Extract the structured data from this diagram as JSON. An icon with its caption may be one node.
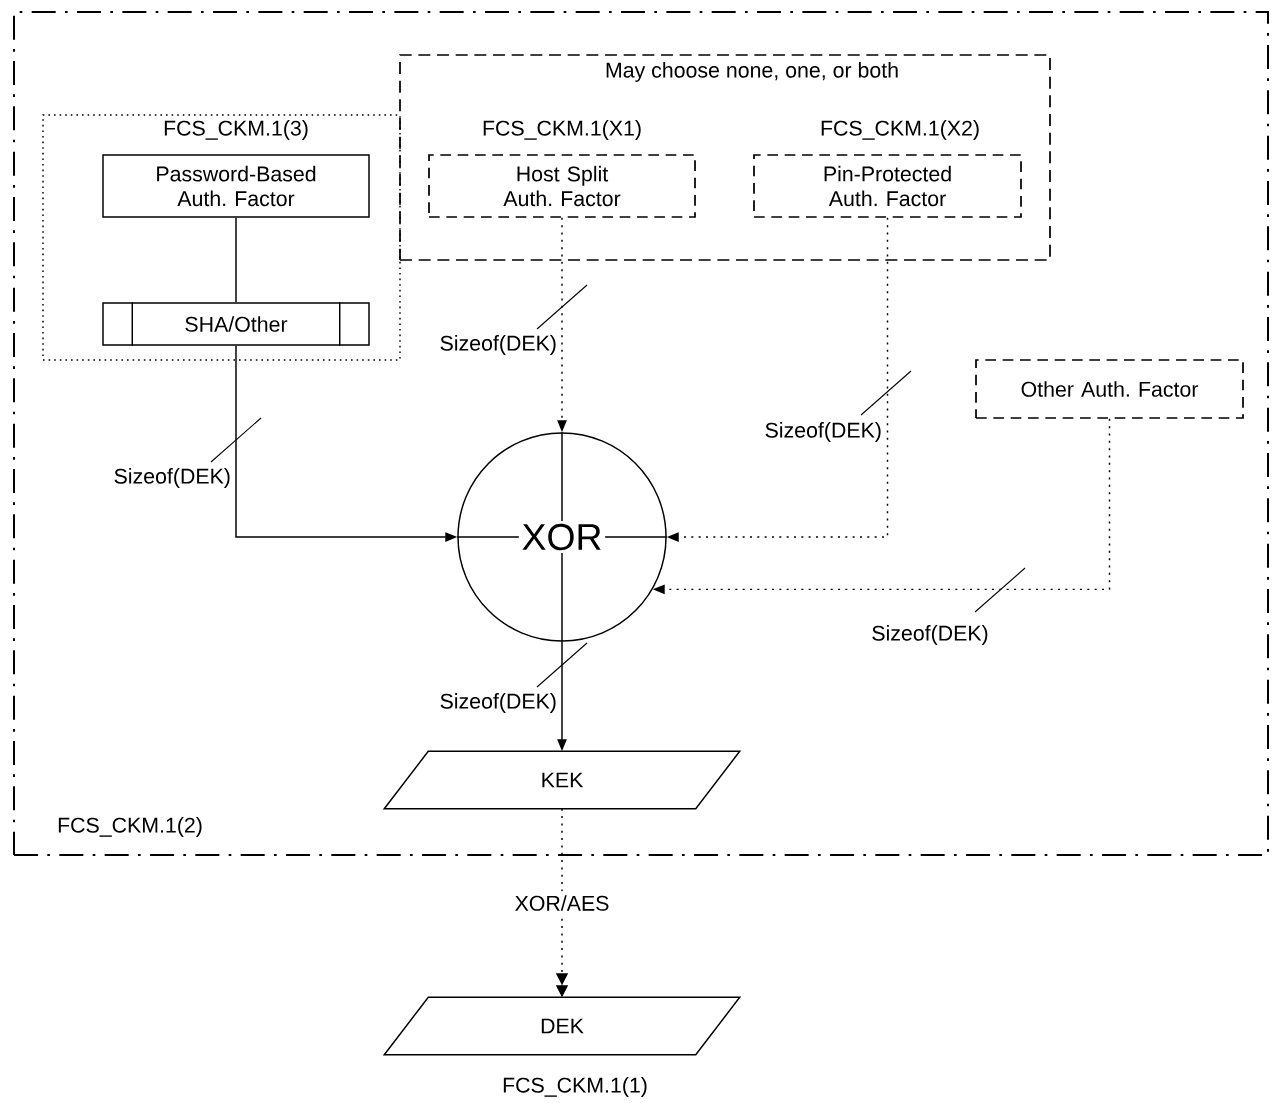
{
  "diagram": {
    "nodes": [
      {
        "text": [
          "FCS_CKM.1(2)"
        ]
      },
      {
        "text": [
          "FCS_CKM.1(3)"
        ],
        "in": 0
      },
      {
        "text": [
          "Password-Based Auth. Factor"
        ],
        "in": 1
      },
      {
        "text": [
          "SHA/Other"
        ],
        "in": 1
      },
      {
        "text": [
          "May choose none, one, or both"
        ],
        "in": 0
      },
      {
        "text": [
          "FCS_CKM.1(X1)",
          "Host Split Auth. Factor"
        ],
        "in": 4
      },
      {
        "text": [
          "FCS_CKM.1(X2)",
          "Pin-Protected Auth. Factor"
        ],
        "in": 4
      },
      {
        "text": [
          "Other Auth. Factor"
        ],
        "in": 0
      },
      {
        "text": [
          "XOR"
        ],
        "in": 0
      },
      {
        "text": [
          "KEK"
        ],
        "in": 0
      },
      {
        "text": [
          "DEK"
        ],
        "beside": [
          "FCS_CKM.1(1)"
        ]
      }
    ],
    "edges": [
      {
        "from": 2,
        "to": 3,
        "arrow": "none"
      },
      {
        "from": 3,
        "to": 8,
        "arrow": "to",
        "label": "Sizeof(DEK)"
      },
      {
        "from": 5,
        "to": 8,
        "arrow": "to",
        "label": "Sizeof(DEK)",
        "style": "dashed"
      },
      {
        "from": 6,
        "to": 8,
        "arrow": "to",
        "label": "Sizeof(DEK)",
        "style": "dashed"
      },
      {
        "from": 7,
        "to": 8,
        "arrow": "to",
        "label": "Sizeof(DEK)",
        "style": "dashed"
      },
      {
        "from": 8,
        "to": 9,
        "arrow": "to",
        "label": "Sizeof(DEK)"
      },
      {
        "from": 9,
        "to": 10,
        "arrow": "to",
        "label": "XOR/AES",
        "style": "dashed"
      }
    ]
  }
}
